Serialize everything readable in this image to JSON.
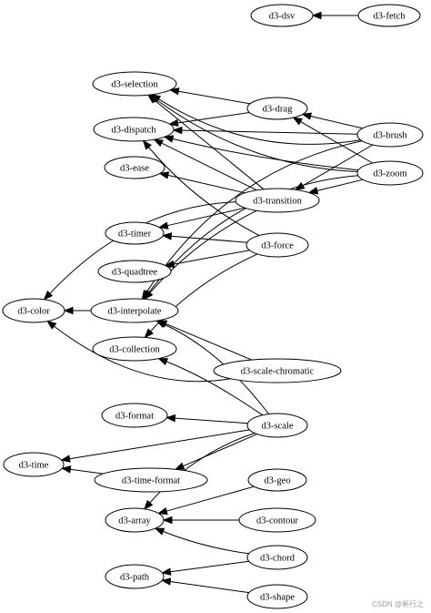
{
  "nodes": [
    {
      "id": "dsv",
      "label": "d3-dsv"
    },
    {
      "id": "fetch",
      "label": "d3-fetch"
    },
    {
      "id": "selection",
      "label": "d3-selection"
    },
    {
      "id": "drag",
      "label": "d3-drag"
    },
    {
      "id": "dispatch",
      "label": "d3-dispatch"
    },
    {
      "id": "brush",
      "label": "d3-brush"
    },
    {
      "id": "zoom",
      "label": "d3-zoom"
    },
    {
      "id": "ease",
      "label": "d3-ease"
    },
    {
      "id": "transition",
      "label": "d3-transition"
    },
    {
      "id": "timer",
      "label": "d3-timer"
    },
    {
      "id": "force",
      "label": "d3-force"
    },
    {
      "id": "quadtree",
      "label": "d3-quadtree"
    },
    {
      "id": "color",
      "label": "d3-color"
    },
    {
      "id": "interpolate",
      "label": "d3-interpolate"
    },
    {
      "id": "collection",
      "label": "d3-collection"
    },
    {
      "id": "chromatic",
      "label": "d3-scale-chromatic"
    },
    {
      "id": "format",
      "label": "d3-format"
    },
    {
      "id": "scale",
      "label": "d3-scale"
    },
    {
      "id": "time",
      "label": "d3-time"
    },
    {
      "id": "timeformat",
      "label": "d3-time-format"
    },
    {
      "id": "geo",
      "label": "d3-geo"
    },
    {
      "id": "array",
      "label": "d3-array"
    },
    {
      "id": "contour",
      "label": "d3-contour"
    },
    {
      "id": "chord",
      "label": "d3-chord"
    },
    {
      "id": "path",
      "label": "d3-path"
    },
    {
      "id": "shape",
      "label": "d3-shape"
    }
  ],
  "edges": [
    {
      "from": "fetch",
      "to": "dsv"
    },
    {
      "from": "drag",
      "to": "selection"
    },
    {
      "from": "drag",
      "to": "dispatch"
    },
    {
      "from": "brush",
      "to": "selection"
    },
    {
      "from": "brush",
      "to": "drag"
    },
    {
      "from": "brush",
      "to": "dispatch"
    },
    {
      "from": "brush",
      "to": "transition"
    },
    {
      "from": "brush",
      "to": "interpolate"
    },
    {
      "from": "zoom",
      "to": "selection"
    },
    {
      "from": "zoom",
      "to": "drag"
    },
    {
      "from": "zoom",
      "to": "dispatch"
    },
    {
      "from": "zoom",
      "to": "transition"
    },
    {
      "from": "zoom",
      "to": "interpolate"
    },
    {
      "from": "transition",
      "to": "selection"
    },
    {
      "from": "transition",
      "to": "dispatch"
    },
    {
      "from": "transition",
      "to": "ease"
    },
    {
      "from": "transition",
      "to": "timer"
    },
    {
      "from": "transition",
      "to": "color"
    },
    {
      "from": "transition",
      "to": "interpolate"
    },
    {
      "from": "force",
      "to": "dispatch"
    },
    {
      "from": "force",
      "to": "timer"
    },
    {
      "from": "force",
      "to": "quadtree"
    },
    {
      "from": "force",
      "to": "collection"
    },
    {
      "from": "interpolate",
      "to": "color"
    },
    {
      "from": "chromatic",
      "to": "interpolate"
    },
    {
      "from": "chromatic",
      "to": "color"
    },
    {
      "from": "scale",
      "to": "interpolate"
    },
    {
      "from": "scale",
      "to": "collection"
    },
    {
      "from": "scale",
      "to": "format"
    },
    {
      "from": "scale",
      "to": "time"
    },
    {
      "from": "scale",
      "to": "timeformat"
    },
    {
      "from": "scale",
      "to": "array"
    },
    {
      "from": "timeformat",
      "to": "time"
    },
    {
      "from": "geo",
      "to": "array"
    },
    {
      "from": "contour",
      "to": "array"
    },
    {
      "from": "chord",
      "to": "array"
    },
    {
      "from": "chord",
      "to": "path"
    },
    {
      "from": "shape",
      "to": "path"
    }
  ],
  "watermark": "CSDN @新行之"
}
